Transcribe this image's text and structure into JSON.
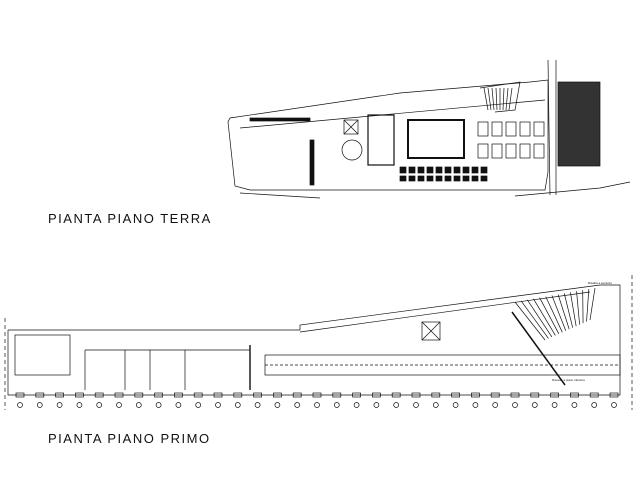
{
  "plans": {
    "ground_floor": {
      "title": "PIANTA PIANO TERRA"
    },
    "first_floor": {
      "title": "PIANTA PIANO PRIMO",
      "note_terrace": "Risalita a terrazzo",
      "note_lower": "Discesa a piano inferiore"
    }
  },
  "colors": {
    "line": "#111111",
    "background": "#ffffff"
  }
}
